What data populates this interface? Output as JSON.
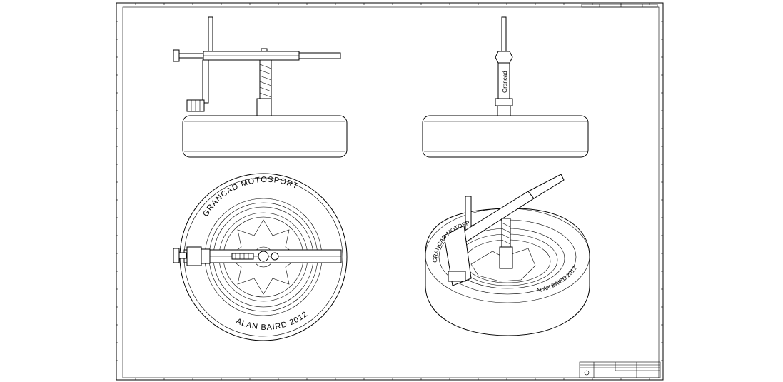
{
  "drawing": {
    "top_text": "GRANCAD MOTOSPORT",
    "bottom_text": "ALAN BAIRD 2012",
    "tool_brand": "Grancad",
    "iso_top_text": "GRANCAD MOTOSPORT",
    "iso_bottom_text": "ALAN BAIRD 2012"
  }
}
